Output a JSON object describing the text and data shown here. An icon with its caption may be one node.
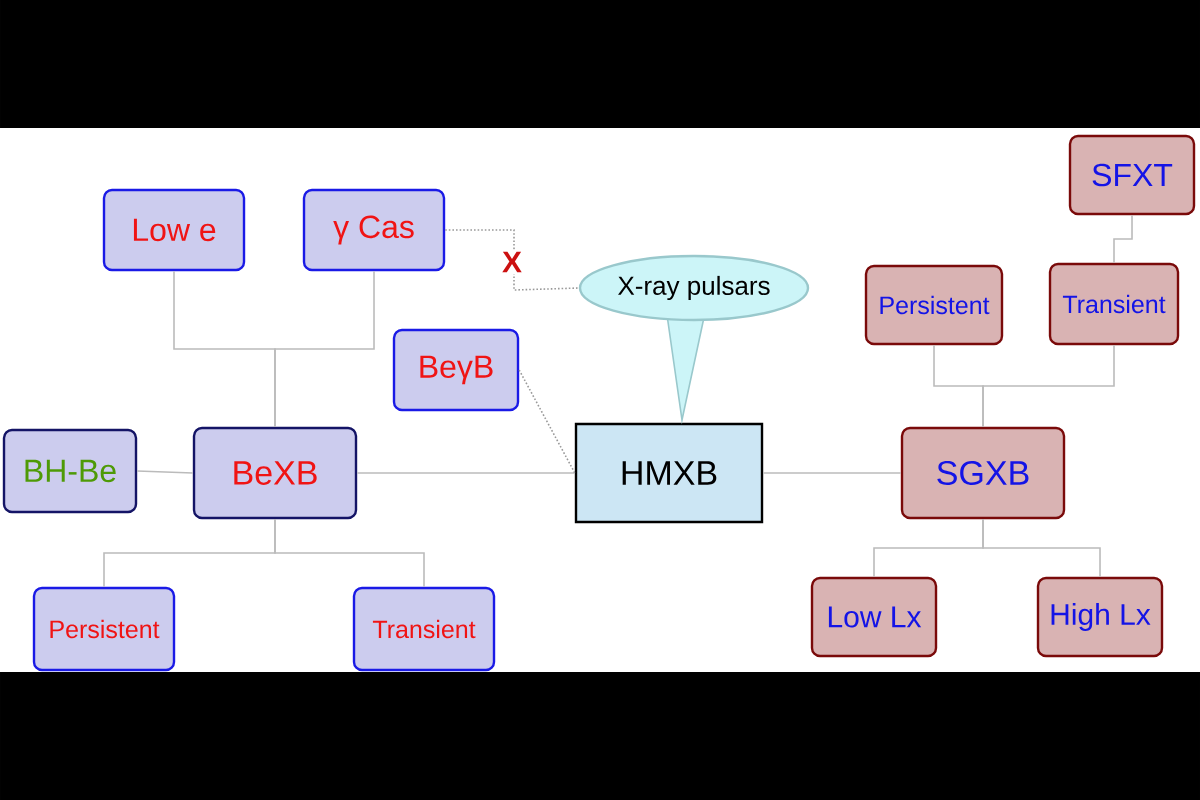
{
  "diagram": {
    "nodes": [
      {
        "text": [
          "HMXB"
        ]
      },
      {
        "text": [
          "X-ray pulsars"
        ]
      },
      {
        "text": [
          "BeXB"
        ]
      },
      {
        "text": [
          "Low e"
        ]
      },
      {
        "text": [
          "γ Cas"
        ]
      },
      {
        "text": [
          "BeγB"
        ]
      },
      {
        "text": [
          "BH-Be"
        ]
      },
      {
        "text": [
          "Persistent"
        ]
      },
      {
        "text": [
          "Transient"
        ]
      },
      {
        "text": [
          "SGXB"
        ]
      },
      {
        "text": [
          "Persistent"
        ]
      },
      {
        "text": [
          "Transient"
        ]
      },
      {
        "text": [
          "SFXT"
        ]
      },
      {
        "text": [
          "Low Lx"
        ]
      },
      {
        "text": [
          "High Lx"
        ]
      }
    ],
    "edges": [
      {
        "from": 0,
        "to": 2,
        "arrow": "none"
      },
      {
        "from": 0,
        "to": 9,
        "arrow": "none"
      },
      {
        "from": 2,
        "to": 3,
        "arrow": "none"
      },
      {
        "from": 2,
        "to": 4,
        "arrow": "none"
      },
      {
        "from": 2,
        "to": 6,
        "arrow": "none"
      },
      {
        "from": 2,
        "to": 7,
        "arrow": "none"
      },
      {
        "from": 2,
        "to": 8,
        "arrow": "none"
      },
      {
        "from": 9,
        "to": 10,
        "arrow": "none"
      },
      {
        "from": 9,
        "to": 11,
        "arrow": "none"
      },
      {
        "from": 11,
        "to": 12,
        "arrow": "none"
      },
      {
        "from": 9,
        "to": 13,
        "arrow": "none"
      },
      {
        "from": 9,
        "to": 14,
        "arrow": "none"
      },
      {
        "from": 5,
        "to": 0,
        "arrow": "none",
        "style": "dashed"
      },
      {
        "from": 4,
        "to": 1,
        "arrow": "none",
        "style": "dashed",
        "label": "X"
      }
    ]
  }
}
